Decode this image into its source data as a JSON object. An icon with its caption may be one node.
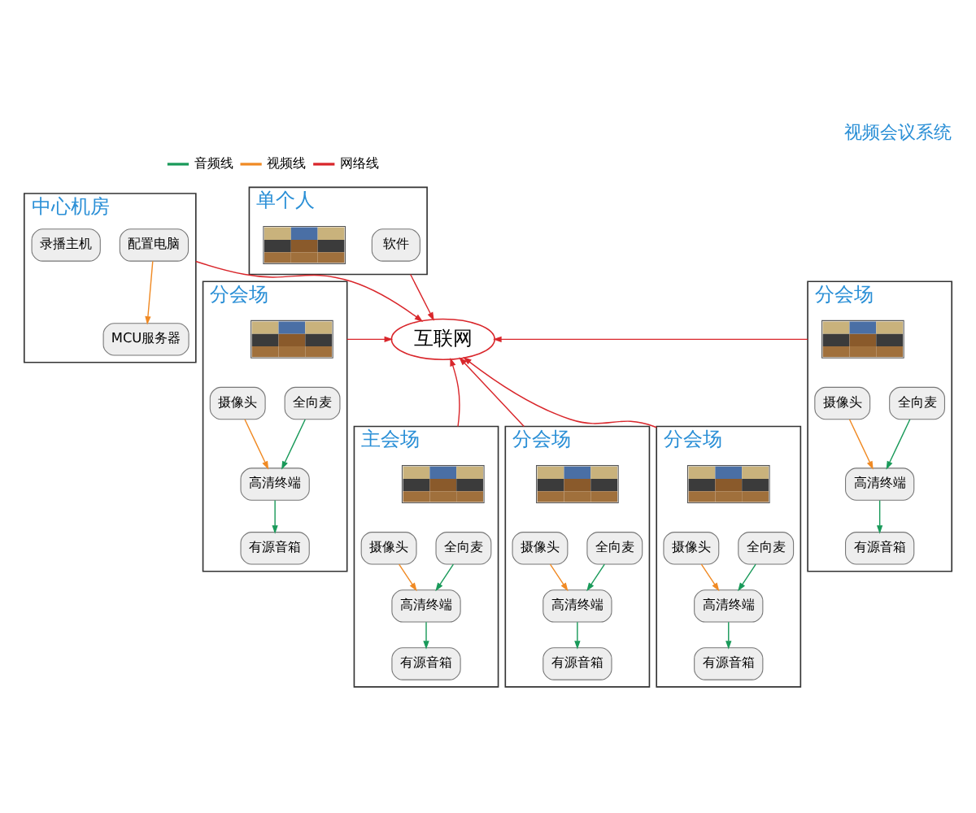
{
  "diagram": {
    "title": "视频会议系统",
    "nodes": [
      {
        "text": [
          "中心机房"
        ]
      },
      {
        "text": [
          "配置电脑"
        ],
        "in": 0
      },
      {
        "text": [
          "录播主机"
        ],
        "in": 0
      },
      {
        "text": [
          "MCU服务器"
        ],
        "in": 0
      },
      {
        "text": [
          "单个人"
        ]
      },
      {
        "text": [
          "软件"
        ],
        "in": 4
      },
      {
        "text": [],
        "shape": "picture",
        "in": 4
      },
      {
        "text": [
          "分会场"
        ]
      },
      {
        "text": [],
        "shape": "picture",
        "in": 7
      },
      {
        "text": [
          "有源音箱"
        ],
        "in": 7
      },
      {
        "text": [
          "全向麦"
        ],
        "in": 7
      },
      {
        "text": [
          "摄像头"
        ],
        "in": 7
      },
      {
        "text": [
          "高清终端"
        ],
        "in": 7
      },
      {
        "text": [
          "互联网"
        ]
      },
      {
        "text": [
          "分会场"
        ]
      },
      {
        "text": [],
        "shape": "picture",
        "in": 14
      },
      {
        "text": [
          "有源音箱"
        ],
        "in": 14
      },
      {
        "text": [
          "全向麦"
        ],
        "in": 14
      },
      {
        "text": [
          "摄像头"
        ],
        "in": 14
      },
      {
        "text": [
          "高清终端"
        ],
        "in": 14
      },
      {
        "text": [
          "分会场"
        ]
      },
      {
        "text": [],
        "shape": "picture",
        "in": 20
      },
      {
        "text": [
          "有源音箱"
        ],
        "in": 20
      },
      {
        "text": [
          "全向麦"
        ],
        "in": 20
      },
      {
        "text": [
          "摄像头"
        ],
        "in": 20
      },
      {
        "text": [
          "高清终端"
        ],
        "in": 20
      },
      {
        "text": [
          "主会场"
        ]
      },
      {
        "text": [],
        "shape": "picture",
        "in": 26
      },
      {
        "text": [
          "有源音箱"
        ],
        "in": 26
      },
      {
        "text": [
          "全向麦"
        ],
        "in": 26
      },
      {
        "text": [
          "摄像头"
        ],
        "in": 26
      },
      {
        "text": [
          "高清终端"
        ],
        "in": 26
      },
      {
        "text": [
          "分会场"
        ]
      },
      {
        "text": [],
        "shape": "picture",
        "in": 32
      },
      {
        "text": [
          "有源音箱"
        ],
        "in": 32
      },
      {
        "text": [
          "全向麦"
        ],
        "in": 32
      },
      {
        "text": [
          "摄像头"
        ],
        "in": 32
      },
      {
        "text": [
          "高清终端"
        ],
        "in": 32
      }
    ],
    "edges": [
      {
        "from": 1,
        "to": 3,
        "arrow": "to",
        "color": "#f08a24"
      },
      {
        "from": 0,
        "to": 13,
        "arrow": "to",
        "color": "#d9262b"
      },
      {
        "from": 4,
        "to": 13,
        "arrow": "to",
        "color": "#d9262b"
      },
      {
        "from": 7,
        "to": 13,
        "arrow": "to",
        "color": "#d9262b"
      },
      {
        "from": 14,
        "to": 13,
        "arrow": "to",
        "color": "#d9262b"
      },
      {
        "from": 20,
        "to": 13,
        "arrow": "to",
        "color": "#d9262b"
      },
      {
        "from": 26,
        "to": 13,
        "arrow": "to",
        "color": "#d9262b"
      },
      {
        "from": 32,
        "to": 13,
        "arrow": "to",
        "color": "#d9262b"
      },
      {
        "from": 10,
        "to": 12,
        "arrow": "to",
        "color": "#1a9a5a"
      },
      {
        "from": 11,
        "to": 12,
        "arrow": "to",
        "color": "#f08a24"
      },
      {
        "from": 12,
        "to": 9,
        "arrow": "to",
        "color": "#1a9a5a"
      },
      {
        "from": 17,
        "to": 19,
        "arrow": "to",
        "color": "#1a9a5a"
      },
      {
        "from": 18,
        "to": 19,
        "arrow": "to",
        "color": "#f08a24"
      },
      {
        "from": 19,
        "to": 16,
        "arrow": "to",
        "color": "#1a9a5a"
      },
      {
        "from": 23,
        "to": 25,
        "arrow": "to",
        "color": "#1a9a5a"
      },
      {
        "from": 24,
        "to": 25,
        "arrow": "to",
        "color": "#f08a24"
      },
      {
        "from": 25,
        "to": 22,
        "arrow": "to",
        "color": "#1a9a5a"
      },
      {
        "from": 29,
        "to": 31,
        "arrow": "to",
        "color": "#1a9a5a"
      },
      {
        "from": 30,
        "to": 31,
        "arrow": "to",
        "color": "#f08a24"
      },
      {
        "from": 31,
        "to": 28,
        "arrow": "to",
        "color": "#1a9a5a"
      },
      {
        "from": 35,
        "to": 37,
        "arrow": "to",
        "color": "#1a9a5a"
      },
      {
        "from": 36,
        "to": 37,
        "arrow": "to",
        "color": "#f08a24"
      },
      {
        "from": 37,
        "to": 34,
        "arrow": "to",
        "color": "#1a9a5a"
      }
    ],
    "legend": [
      {
        "text": "音频线",
        "color": "#1a9a5a"
      },
      {
        "text": "视频线",
        "color": "#f08a24"
      },
      {
        "text": "网络线",
        "color": "#d9262b"
      }
    ]
  }
}
